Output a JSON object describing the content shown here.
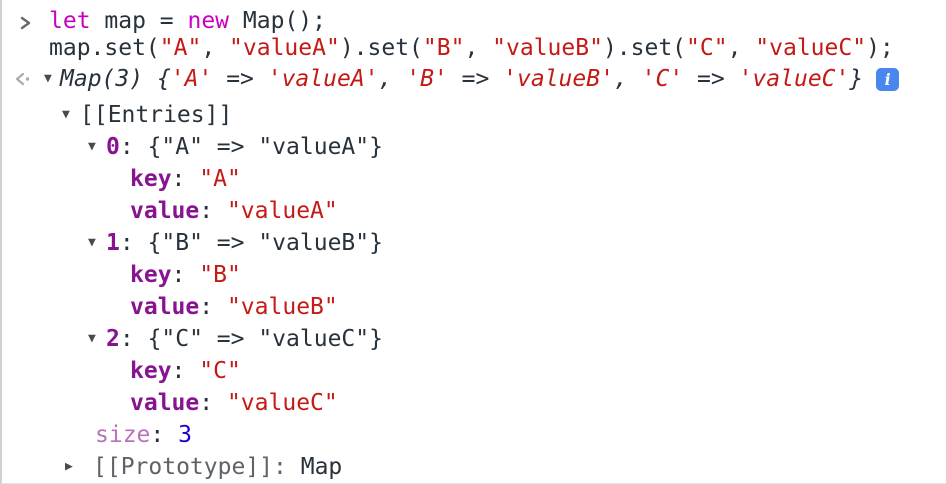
{
  "colors": {
    "keyword": "#c800c0",
    "string": "#c41a16",
    "property": "#881391",
    "property_dim": "#b871bd",
    "number": "#1c00cf",
    "default": "#28323c",
    "internal": "#5f6368",
    "triangle": "#474a4e",
    "prompt_icon": "#65696e",
    "result_icon": "#a8abaf",
    "info_bg": "#4987ee",
    "border_left": "#d0d0d0",
    "border_bottom": "#e3e3e6"
  },
  "input": {
    "lines": [
      [
        {
          "t": "let",
          "s": "kw"
        },
        {
          "t": " map = ",
          "s": "def"
        },
        {
          "t": "new",
          "s": "kw"
        },
        {
          "t": " Map();",
          "s": "def"
        }
      ],
      [
        {
          "t": "map.set(",
          "s": "def"
        },
        {
          "t": "\"A\"",
          "s": "str"
        },
        {
          "t": ", ",
          "s": "def"
        },
        {
          "t": "\"valueA\"",
          "s": "str"
        },
        {
          "t": ").set(",
          "s": "def"
        },
        {
          "t": "\"B\"",
          "s": "str"
        },
        {
          "t": ", ",
          "s": "def"
        },
        {
          "t": "\"valueB\"",
          "s": "str"
        },
        {
          "t": ").set(",
          "s": "def"
        },
        {
          "t": "\"C\"",
          "s": "str"
        },
        {
          "t": ", ",
          "s": "def"
        },
        {
          "t": "\"valueC\"",
          "s": "str"
        },
        {
          "t": ");",
          "s": "def"
        }
      ]
    ]
  },
  "result": {
    "summary": [
      {
        "t": "Map(3)",
        "s": "defI"
      },
      {
        "t": " {",
        "s": "defI"
      },
      {
        "t": "'A'",
        "s": "strI"
      },
      {
        "t": " => ",
        "s": "defI"
      },
      {
        "t": "'valueA'",
        "s": "strI"
      },
      {
        "t": ", ",
        "s": "defI"
      },
      {
        "t": "'B'",
        "s": "strI"
      },
      {
        "t": " => ",
        "s": "defI"
      },
      {
        "t": "'valueB'",
        "s": "strI"
      },
      {
        "t": ", ",
        "s": "defI"
      },
      {
        "t": "'C'",
        "s": "strI"
      },
      {
        "t": " => ",
        "s": "defI"
      },
      {
        "t": "'valueC'",
        "s": "strI"
      },
      {
        "t": "}",
        "s": "defI"
      }
    ],
    "info_icon_glyph": "i",
    "tree": [
      {
        "name": "entries-row",
        "level": "A",
        "arrow": "down",
        "expandable": true,
        "tokens": [
          {
            "t": "[[Entries]]",
            "s": "def"
          }
        ]
      },
      {
        "name": "entry-0-row",
        "level": "B",
        "arrow": "down",
        "expandable": true,
        "tokens": [
          {
            "t": "0",
            "s": "prop"
          },
          {
            "t": ": ",
            "s": "def"
          },
          {
            "t": "{\"A\" => \"valueA\"}",
            "s": "def"
          }
        ]
      },
      {
        "name": "entry-0-key-row",
        "level": "C",
        "arrow": "none",
        "expandable": false,
        "tokens": [
          {
            "t": "key",
            "s": "prop"
          },
          {
            "t": ": ",
            "s": "def"
          },
          {
            "t": "\"A\"",
            "s": "str"
          }
        ]
      },
      {
        "name": "entry-0-value-row",
        "level": "C",
        "arrow": "none",
        "expandable": false,
        "tokens": [
          {
            "t": "value",
            "s": "prop"
          },
          {
            "t": ": ",
            "s": "def"
          },
          {
            "t": "\"valueA\"",
            "s": "str"
          }
        ]
      },
      {
        "name": "entry-1-row",
        "level": "B",
        "arrow": "down",
        "expandable": true,
        "tokens": [
          {
            "t": "1",
            "s": "prop"
          },
          {
            "t": ": ",
            "s": "def"
          },
          {
            "t": "{\"B\" => \"valueB\"}",
            "s": "def"
          }
        ]
      },
      {
        "name": "entry-1-key-row",
        "level": "C",
        "arrow": "none",
        "expandable": false,
        "tokens": [
          {
            "t": "key",
            "s": "prop"
          },
          {
            "t": ": ",
            "s": "def"
          },
          {
            "t": "\"B\"",
            "s": "str"
          }
        ]
      },
      {
        "name": "entry-1-value-row",
        "level": "C",
        "arrow": "none",
        "expandable": false,
        "tokens": [
          {
            "t": "value",
            "s": "prop"
          },
          {
            "t": ": ",
            "s": "def"
          },
          {
            "t": "\"valueB\"",
            "s": "str"
          }
        ]
      },
      {
        "name": "entry-2-row",
        "level": "B",
        "arrow": "down",
        "expandable": true,
        "tokens": [
          {
            "t": "2",
            "s": "prop"
          },
          {
            "t": ": ",
            "s": "def"
          },
          {
            "t": "{\"C\" => \"valueC\"}",
            "s": "def"
          }
        ]
      },
      {
        "name": "entry-2-key-row",
        "level": "C",
        "arrow": "none",
        "expandable": false,
        "tokens": [
          {
            "t": "key",
            "s": "prop"
          },
          {
            "t": ": ",
            "s": "def"
          },
          {
            "t": "\"C\"",
            "s": "str"
          }
        ]
      },
      {
        "name": "entry-2-value-row",
        "level": "C",
        "arrow": "none",
        "expandable": false,
        "tokens": [
          {
            "t": "value",
            "s": "prop"
          },
          {
            "t": ": ",
            "s": "def"
          },
          {
            "t": "\"valueC\"",
            "s": "str"
          }
        ]
      },
      {
        "name": "size-row",
        "level": "D",
        "arrow": "none",
        "expandable": false,
        "tokens": [
          {
            "t": "size",
            "s": "propdim"
          },
          {
            "t": ": ",
            "s": "def"
          },
          {
            "t": "3",
            "s": "num"
          }
        ]
      },
      {
        "name": "prototype-row",
        "level": "E",
        "arrow": "right",
        "expandable": true,
        "tokens": [
          {
            "t": "[[Prototype]]",
            "s": "int"
          },
          {
            "t": ": ",
            "s": "int"
          },
          {
            "t": "Map",
            "s": "def"
          }
        ]
      }
    ]
  }
}
